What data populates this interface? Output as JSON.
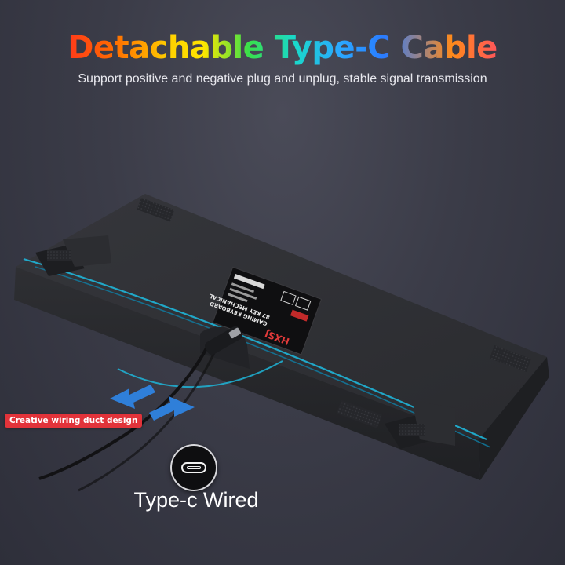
{
  "headline": "Detachable Type-C Cable",
  "subheadline": "Support positive and negative plug and unplug, stable signal transmission",
  "callouts": {
    "wiring_duct": "Creative wiring duct design",
    "port_type": "Type-c Wired"
  },
  "sticker": {
    "brand": "HXSJ",
    "product_line1": "87 KEY MECHANICAL",
    "product_line2": "GAMING KEYBOARD"
  },
  "colors": {
    "background": "#3b3c48",
    "keyboard_body": "#2b2c30",
    "accent_cyan": "#27b6d6",
    "arrow_blue": "#2f7fd9",
    "tag_red": "#e2333a"
  },
  "icons": [
    "usb-c-port-icon",
    "arrow-left-icon",
    "arrow-right-icon"
  ]
}
